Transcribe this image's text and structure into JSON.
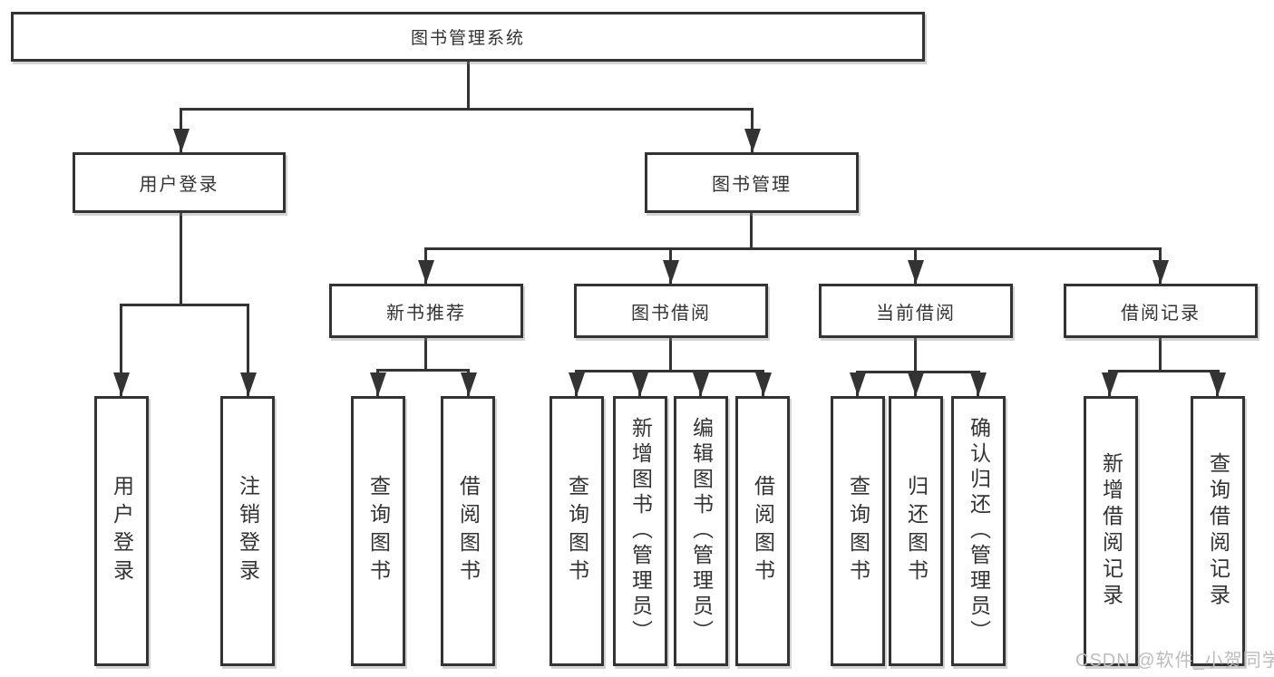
{
  "colors": {
    "line": "#333333",
    "text": "#333333",
    "box_background": "#ffffff",
    "watermark": "#bcbcbc"
  },
  "watermark": {
    "text": "CSDN @软件_小贺同学"
  },
  "diagram": {
    "type": "tree",
    "root": {
      "label": "图书管理系统"
    },
    "level2": [
      {
        "label": "用户登录"
      },
      {
        "label": "图书管理"
      }
    ],
    "level3": [
      {
        "label": "新书推荐",
        "parent": "图书管理"
      },
      {
        "label": "图书借阅",
        "parent": "图书管理"
      },
      {
        "label": "当前借阅",
        "parent": "图书管理"
      },
      {
        "label": "借阅记录",
        "parent": "图书管理"
      }
    ],
    "leaves": [
      {
        "label": "用户登录",
        "parent": "用户登录"
      },
      {
        "label": "注销登录",
        "parent": "用户登录"
      },
      {
        "label": "查询图书",
        "parent": "新书推荐"
      },
      {
        "label": "借阅图书",
        "parent": "新书推荐"
      },
      {
        "label": "查询图书",
        "parent": "图书借阅"
      },
      {
        "label": "新增图书（管理员）",
        "parent": "图书借阅"
      },
      {
        "label": "编辑图书（管理员）",
        "parent": "图书借阅"
      },
      {
        "label": "借阅图书",
        "parent": "图书借阅"
      },
      {
        "label": "查询图书",
        "parent": "当前借阅"
      },
      {
        "label": "归还图书",
        "parent": "当前借阅"
      },
      {
        "label": "确认归还（管理员）",
        "parent": "当前借阅"
      },
      {
        "label": "新增借阅记录",
        "parent": "借阅记录"
      },
      {
        "label": "查询借阅记录",
        "parent": "借阅记录"
      }
    ]
  }
}
